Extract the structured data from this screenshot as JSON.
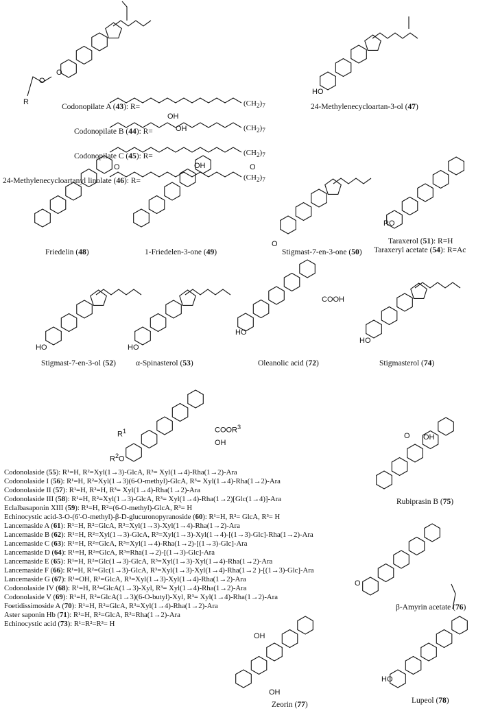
{
  "codonopilates": [
    {
      "name": "Codonopilate A",
      "num": "43",
      "r": "R="
    },
    {
      "name": "Codonopilate B",
      "num": "44",
      "r": "R="
    },
    {
      "name": "Codonopilate C",
      "num": "45",
      "r": "R="
    },
    {
      "name": "24-Methylenecycloartanyl linolate",
      "num": "46",
      "r": "R="
    }
  ],
  "chain": {
    "tail": "(CH",
    "sub": "2",
    "close": ")",
    "count": "7",
    "oh": "OH",
    "r": "R"
  },
  "compounds": [
    {
      "key": "c47",
      "name": "24-Methylenecycloartan-3-ol",
      "num": "47"
    },
    {
      "key": "c48",
      "name": "Friedelin",
      "num": "48"
    },
    {
      "key": "c49",
      "name": "1-Friedelen-3-one",
      "num": "49"
    },
    {
      "key": "c50",
      "name": "Stigmast-7-en-3-one",
      "num": "50"
    },
    {
      "key": "c52",
      "name": "Stigmast-7-en-3-ol",
      "num": "52"
    },
    {
      "key": "c53",
      "name": "α-Spinasterol",
      "num": "53"
    },
    {
      "key": "c72",
      "name": "Oleanolic acid",
      "num": "72"
    },
    {
      "key": "c74",
      "name": "Stigmasterol",
      "num": "74"
    },
    {
      "key": "c75",
      "name": "Rubiprasin B",
      "num": "75"
    },
    {
      "key": "c76",
      "name": "β-Amyrin acetate",
      "num": "76"
    },
    {
      "key": "c77",
      "name": "Zeorin",
      "num": "77"
    },
    {
      "key": "c78",
      "name": "Lupeol",
      "num": "78"
    }
  ],
  "taraxerol": {
    "name": "Taraxerol",
    "num": "51",
    "suffix": ": R=H"
  },
  "taraxeryl": {
    "name": "Taraxeryl acetate",
    "num": "54",
    "suffix": ": R=Ac"
  },
  "atoms": {
    "h": "H",
    "ho": "HO",
    "ro": "RO",
    "o": "O",
    "cooh": "COOH",
    "oh": "OH",
    "coor3": "COOR",
    "r1": "R",
    "r2o": "R",
    "sup1": "1",
    "sup2": "2",
    "sup3": "3"
  },
  "saponins": [
    {
      "name": "Codonolaside",
      "num": "55",
      "def": ": R¹=H, R²=Xyl(1→3)-GlcA, R³= Xyl(1→4)-Rha(1→2)-Ara"
    },
    {
      "name": "Codonolaside I",
      "num": "56",
      "def": ": R¹=H, R²=Xyl(1→3)(6-O-methyl)-GlcA, R³= Xyl(1→4)-Rha(1→2)-Ara"
    },
    {
      "name": "Codonolaside II",
      "num": "57",
      "def": ": R¹=H, R²=H, R³= Xyl(1→4)-Rha(1→2)-Ara"
    },
    {
      "name": "Codonolaside III",
      "num": "58",
      "def": ": R¹=H, R²=Xyl(1→3)-GlcA, R³= Xyl(1→4)-Rha(1→2)[Glc(1→4)]-Ara"
    },
    {
      "name": "Eclalbasaponin XIII",
      "num": "59",
      "def": ": R¹=H, R²=(6-O-methyl)-GlcA, R³= H"
    },
    {
      "name": "Echinocystic acid-3-O-(6'-O-methyl)-β-D-glucuronopyranoside",
      "num": "60",
      "def": ": R¹=H, R²= GlcA, R³= H"
    },
    {
      "name": "Lancemaside A",
      "num": "61",
      "def": ": R¹=H, R²=GlcA, R³=Xyl(1→3)-Xyl(1→4)-Rha(1→2)-Ara"
    },
    {
      "name": "Lancemaside B",
      "num": "62",
      "def": ": R¹=H, R²=Xyl(1→3)-GlcA, R³=Xyl(1→3)-Xyl(1→4)-[(1→3)-Glc]-Rha(1→2)-Ara"
    },
    {
      "name": "Lancemaside C",
      "num": "63",
      "def": ": R¹=H, R²=GlcA, R³=Xyl(1→4)-Rha(1→2)-[(1→3)-Glc]-Ara"
    },
    {
      "name": "Lancemaside D",
      "num": "64",
      "def": ": R¹=H, R²=GlcA, R³=Rha(1→2)-[(1→3)-Glc]-Ara"
    },
    {
      "name": "Lancemaside E",
      "num": "65",
      "def": ": R¹=H, R²=Glc(1→3)-GlcA, R³=Xyl(1→3)-Xyl(1→4)-Rha(1→2)-Ara"
    },
    {
      "name": "Lancemaside F",
      "num": "66",
      "def": ": R¹=H, R²=Glc(1→3)-GlcA, R³=Xyl(1→3)-Xyl(1→4)-Rha(1→2 )-[(1→3)-Glc]-Ara"
    },
    {
      "name": "Lancemaside G",
      "num": "67",
      "def": ": R¹=OH, R²=GlcA, R³=Xyl(1→3)-Xyl(1→4)-Rha(1→2)-Ara"
    },
    {
      "name": "Codonolaside IV",
      "num": "68",
      "def": ": R¹=H, R²=GlcA(1→3)-Xyl, R³= Xyl(1→4)-Rha(1→2)-Ara"
    },
    {
      "name": "Codonolaside V",
      "num": "69",
      "def": ": R¹=H, R²=GlcA(1→3)(6-O-butyl)-Xyl, R³= Xyl(1→4)-Rha(1→2)-Ara"
    },
    {
      "name": "Foetidissimoside A",
      "num": "70",
      "def": ": R¹=H, R²=GlcA, R³=Xyl(1→4)-Rha(1→2)-Ara"
    },
    {
      "name": "Aster saponin Hb",
      "num": "71",
      "def": ": R¹=H, R²=GlcA, R³=Rha(1→2)-Ara"
    },
    {
      "name": "Echinocystic acid",
      "num": "73",
      "def": ": R¹=R²=R³= H"
    }
  ]
}
